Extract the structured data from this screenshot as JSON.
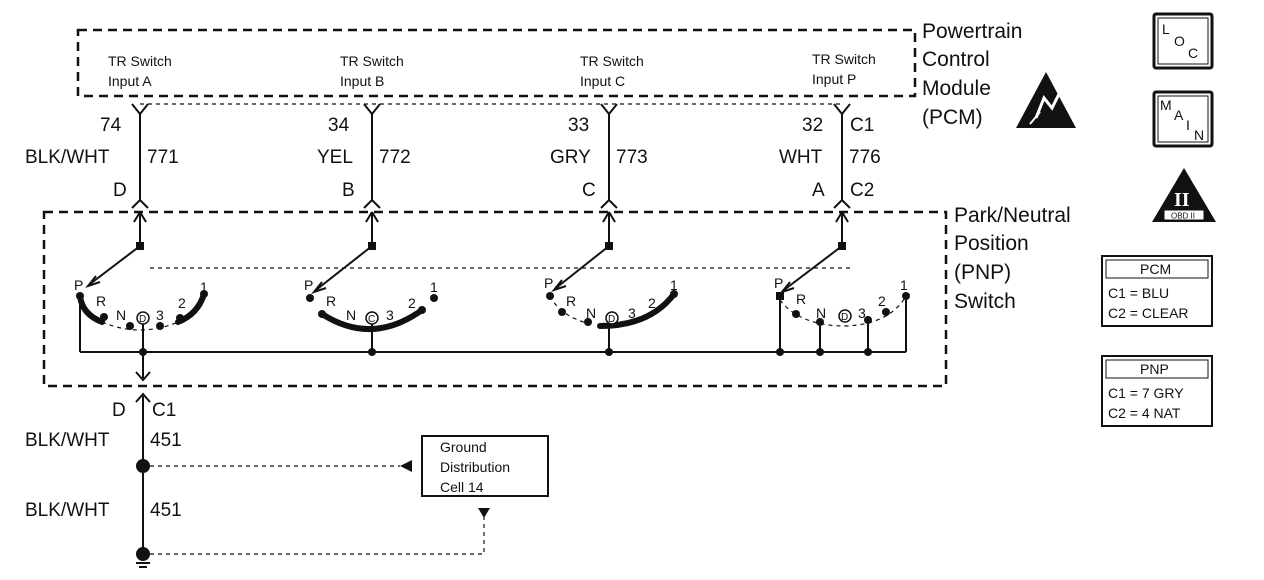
{
  "pcm": {
    "name_lines": [
      "Powertrain",
      "Control",
      "Module",
      "(PCM)"
    ],
    "inputs": [
      {
        "line1": "TR Switch",
        "line2": "Input A",
        "pin": "74",
        "color": "BLK/WHT",
        "circuit": "771",
        "pnp_pin": "D"
      },
      {
        "line1": "TR Switch",
        "line2": "Input B",
        "pin": "34",
        "color": "YEL",
        "circuit": "772",
        "pnp_pin": "B"
      },
      {
        "line1": "TR Switch",
        "line2": "Input C",
        "pin": "33",
        "color": "GRY",
        "circuit": "773",
        "pnp_pin": "C"
      },
      {
        "line1": "TR Switch",
        "line2": "Input P",
        "pin": "32",
        "color": "WHT",
        "circuit": "776",
        "pnp_pin": "A"
      }
    ],
    "input_p_connector_top": "C1",
    "input_p_connector_bottom": "C2"
  },
  "pnp": {
    "name_lines": [
      "Park/Neutral",
      "Position",
      "(PNP)",
      "Switch"
    ],
    "positions": [
      "P",
      "R",
      "N",
      "D",
      "3",
      "2",
      "1"
    ],
    "contact_markers": [
      "D",
      "C",
      "D",
      "D"
    ]
  },
  "ground": {
    "pin": "D",
    "connector": "C1",
    "upper_color": "BLK/WHT",
    "upper_circuit": "451",
    "lower_color": "BLK/WHT",
    "lower_circuit": "451",
    "ref_box_lines": [
      "Ground",
      "Distribution",
      "Cell 14"
    ]
  },
  "icons": {
    "loc": {
      "letters": [
        "L",
        "O",
        "C"
      ],
      "name": "loc-icon"
    },
    "main": {
      "letters": [
        "M",
        "A",
        "I",
        "N"
      ],
      "name": "main-icon"
    },
    "esd": {
      "name": "esd-warning-icon"
    },
    "obd": {
      "label": "OBD II",
      "numeral": "II",
      "name": "obd-ii-icon"
    }
  },
  "legend_pcm": {
    "title": "PCM",
    "lines": [
      "C1 = BLU",
      "C2 = CLEAR"
    ]
  },
  "legend_pnp": {
    "title": "PNP",
    "lines": [
      "C1 = 7 GRY",
      "C2 = 4 NAT"
    ]
  }
}
